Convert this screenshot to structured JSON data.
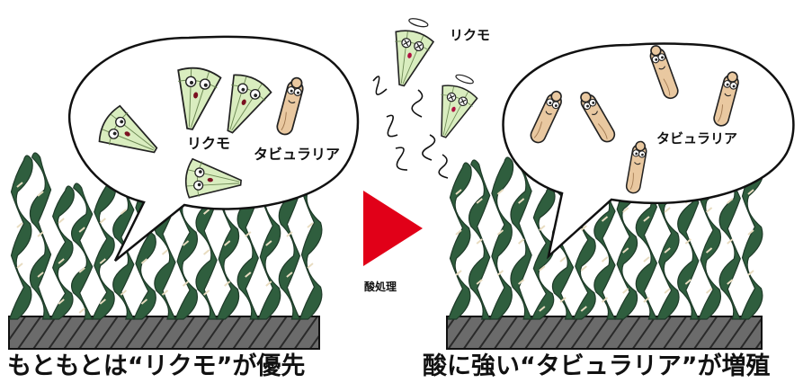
{
  "captions": {
    "left": "もともとは“リクモ”が優先",
    "right": "酸に強い“タビュラリア”が増殖"
  },
  "labels": {
    "rikumo_left": "リクモ",
    "tabularia_left": "タビュラリア",
    "rikumo_mid": "リクモ",
    "tabularia_right": "タビュラリア",
    "acid_treatment": "酸処理"
  },
  "colors": {
    "seaweed": "#2f5e3e",
    "seaweed_edge": "#1e3a28",
    "substrate": "#555555",
    "rikumo_fill": "#d9edbf",
    "tabularia_fill": "#e9c8a0",
    "arrow": "#e10018"
  }
}
